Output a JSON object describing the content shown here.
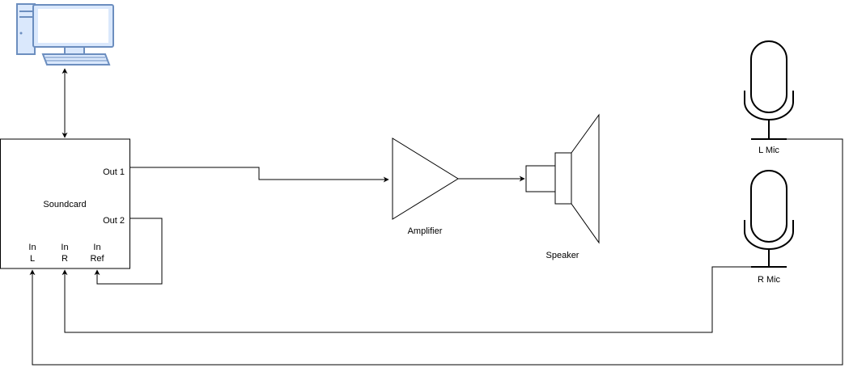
{
  "colors": {
    "stroke": "#000000",
    "computer_fill": "#dae8fc",
    "computer_stroke": "#6c8ebf",
    "background": "#ffffff"
  },
  "soundcard": {
    "label": "Soundcard",
    "out1": "Out 1",
    "out2": "Out 2",
    "in_l_line1": "In",
    "in_l_line2": "L",
    "in_r_line1": "In",
    "in_r_line2": "R",
    "in_ref_line1": "In",
    "in_ref_line2": "Ref"
  },
  "amplifier": {
    "label": "Amplifier"
  },
  "speaker": {
    "label": "Speaker"
  },
  "mic_left": {
    "label": "L Mic"
  },
  "mic_right": {
    "label": "R Mic"
  },
  "computer": {
    "icon": "desktop-computer-icon"
  }
}
